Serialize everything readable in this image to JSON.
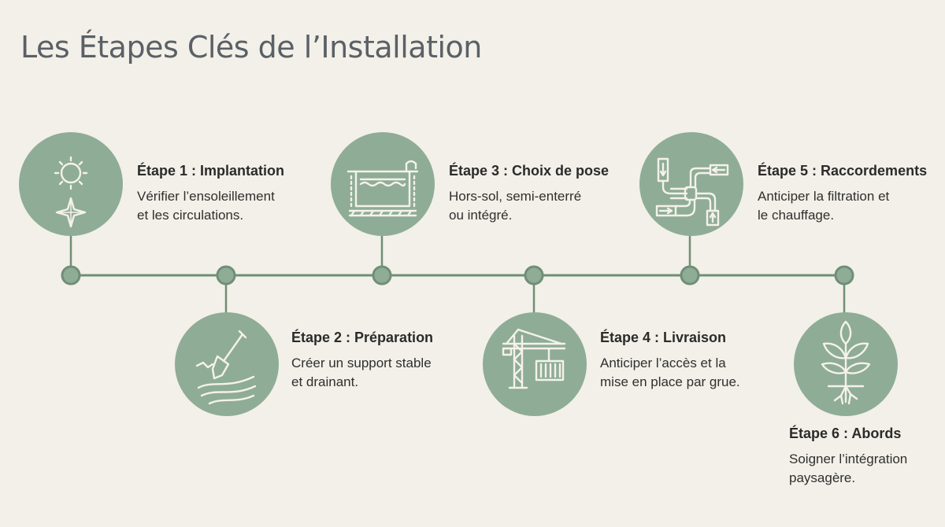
{
  "title": "Les Étapes Clés de l’Installation",
  "colors": {
    "background": "#f2f0e8",
    "circle_fill": "#8fac96",
    "line": "#6f8f76",
    "icon_stroke": "#f4f2ea",
    "title_text": "#5a6066"
  },
  "steps": [
    {
      "title": "Étape 1 : Implantation",
      "desc_line1": "Vérifier l’ensoleillement",
      "desc_line2": "et les circulations.",
      "icon": "sun-and-compass-icon"
    },
    {
      "title": "Étape 2 : Préparation",
      "desc_line1": "Créer un support stable",
      "desc_line2": "et drainant.",
      "icon": "shovel-icon"
    },
    {
      "title": "Étape 3 : Choix de pose",
      "desc_line1": "Hors-sol, semi-enterré",
      "desc_line2": "ou intégré.",
      "icon": "pool-cross-section-icon"
    },
    {
      "title": "Étape 4 : Livraison",
      "desc_line1": "Anticiper l’accès et la",
      "desc_line2": "mise en place par grue.",
      "icon": "crane-icon"
    },
    {
      "title": "Étape 5 : Raccordements",
      "desc_line1": "Anticiper la filtration et",
      "desc_line2": "le chauffage.",
      "icon": "pipes-icon"
    },
    {
      "title": "Étape 6 : Abords",
      "desc_line1": "Soigner l’intégration",
      "desc_line2": "paysagère.",
      "icon": "plant-icon"
    }
  ]
}
